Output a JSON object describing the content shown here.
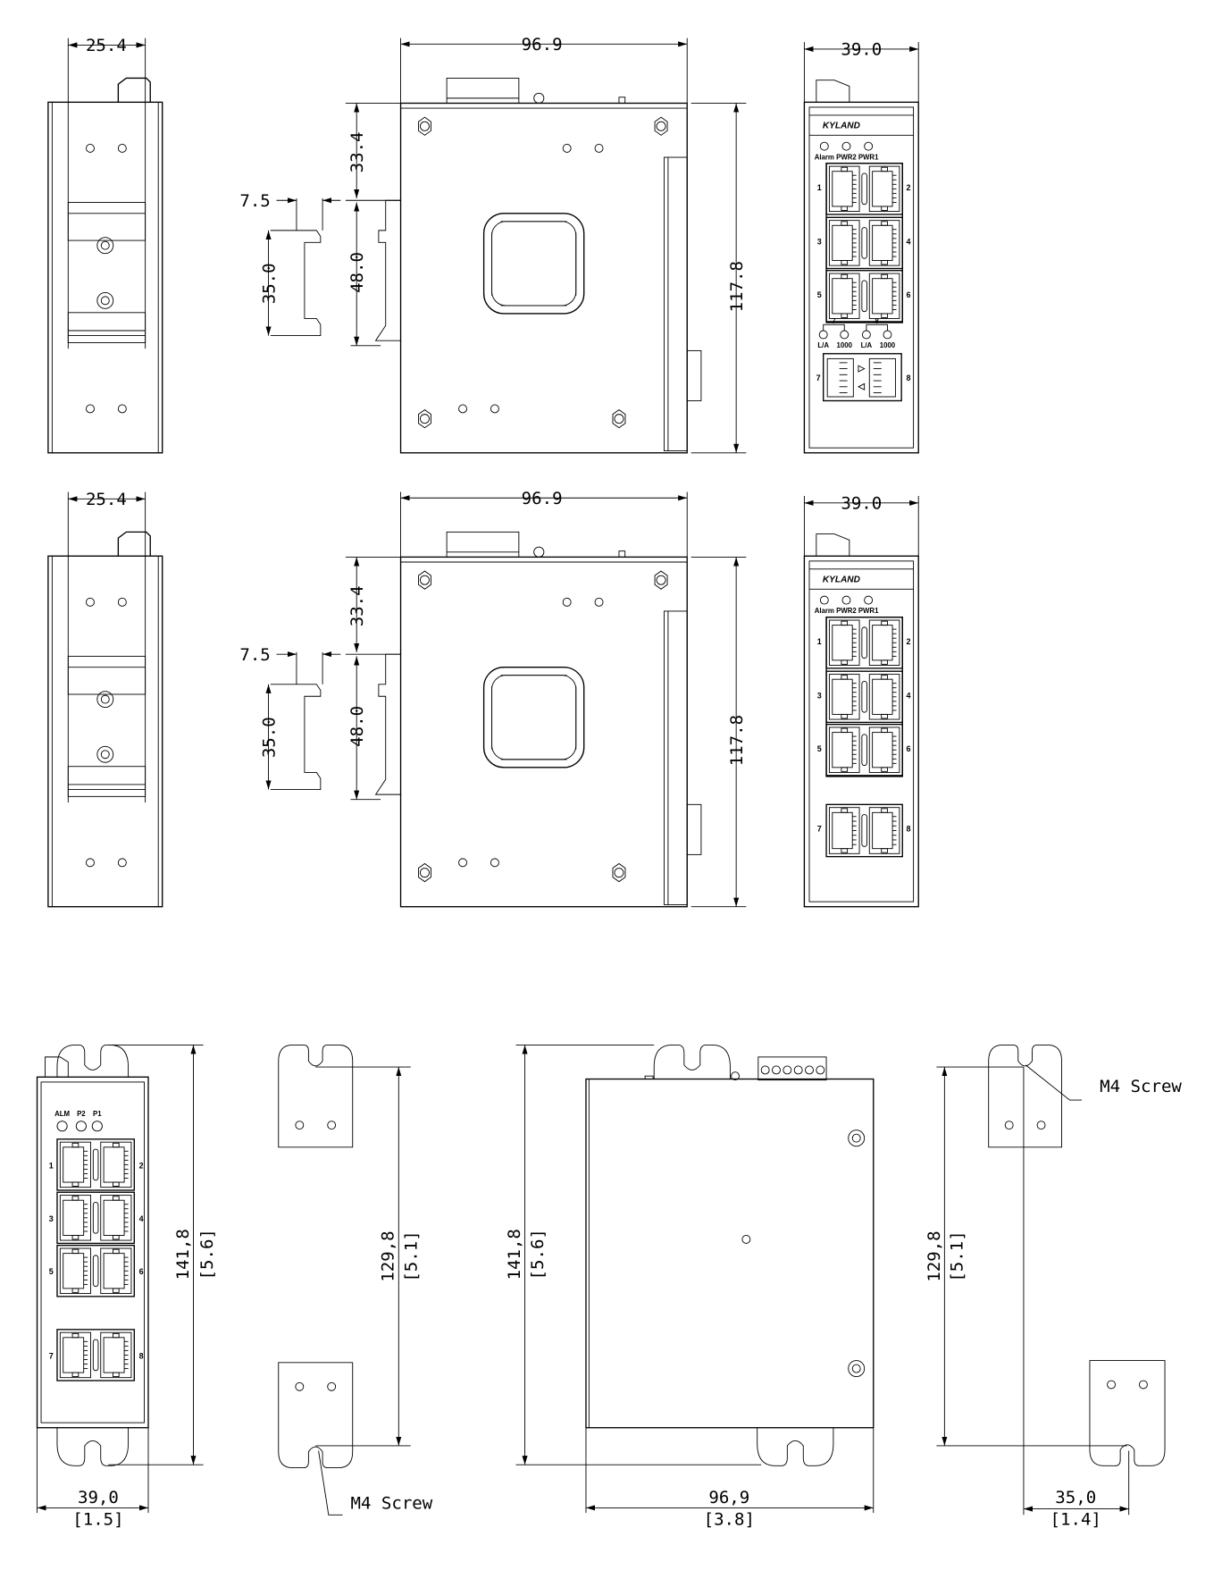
{
  "colors": {
    "line": "#000000",
    "background": "#ffffff"
  },
  "top_row": {
    "side_width": "25.4",
    "body_width": "96.9",
    "front_width": "39.0",
    "top_offset": "33.4",
    "rail_offset": "7.5",
    "rail_height": "35.0",
    "clip_height": "48.0",
    "height": "117.8",
    "logo": "KYLAND",
    "led_labels": [
      "Alarm",
      "PWR2",
      "PWR1"
    ],
    "port_labels": [
      "1",
      "2",
      "3",
      "4",
      "5",
      "6",
      "7",
      "8"
    ],
    "sfp_group_labels": [
      "7",
      "8"
    ],
    "sfp_led_labels": [
      "L/A",
      "1000",
      "L/A",
      "1000"
    ]
  },
  "middle_row": {
    "side_width": "25.4",
    "body_width": "96.9",
    "front_width": "39.0",
    "top_offset": "33.4",
    "rail_offset": "7.5",
    "rail_height": "35.0",
    "clip_height": "48.0",
    "height": "117.8",
    "logo": "KYLAND",
    "led_labels": [
      "Alarm",
      "PWR2",
      "PWR1"
    ],
    "port_labels": [
      "1",
      "2",
      "3",
      "4",
      "5",
      "6",
      "7",
      "8"
    ]
  },
  "bottom_row": {
    "led_labels": [
      "ALM",
      "P2",
      "P1"
    ],
    "port_labels": [
      "1",
      "2",
      "3",
      "4",
      "5",
      "6",
      "7",
      "8"
    ],
    "front_height": "141,8",
    "front_height_in": "[5.6]",
    "front_width": "39,0",
    "front_width_in": "[1.5]",
    "bracket_spacing": "129,8",
    "bracket_spacing_in": "[5.1]",
    "screw_label_left": "M4 Screw",
    "side_height": "141,8",
    "side_height_in": "[5.6]",
    "side_width": "96,9",
    "side_width_in": "[3.8]",
    "bracket_spacing_right": "129,8",
    "bracket_spacing_right_in": "[5.1]",
    "bracket_offset": "35,0",
    "bracket_offset_in": "[1.4]",
    "screw_label_right": "M4 Screw"
  }
}
